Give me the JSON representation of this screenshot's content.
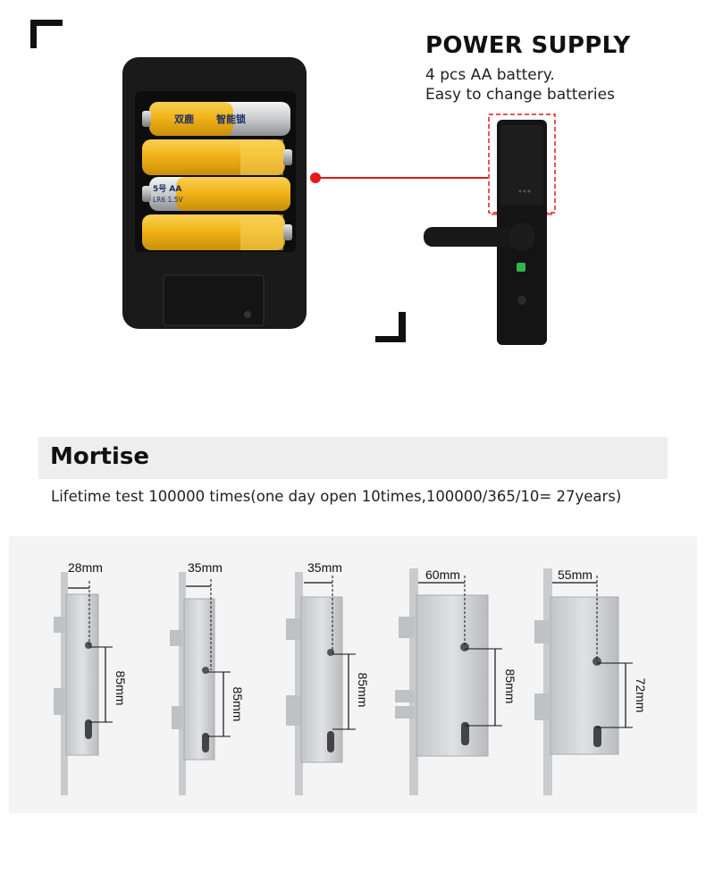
{
  "power_supply": {
    "title": "POWER SUPPLY",
    "line1": "4 pcs AA battery.",
    "line2": "Easy to change batteries"
  },
  "battery_labels": {
    "brand_cn": "双鹿",
    "brand_cn2": "智能锁",
    "size_label": "5号 AA",
    "spec_label": "LR6 1.5V"
  },
  "mortise": {
    "title": "Mortise",
    "subtitle": "Lifetime test 100000 times(one day open 10times,100000/365/10= 27years)",
    "models": [
      {
        "backset": "28mm",
        "center": "85mm"
      },
      {
        "backset": "35mm",
        "center": "85mm"
      },
      {
        "backset": "35mm",
        "center": "85mm"
      },
      {
        "backset": "60mm",
        "center": "85mm"
      },
      {
        "backset": "55mm",
        "center": "72mm"
      }
    ]
  },
  "colors": {
    "accent_red": "#e41a1a",
    "battery_yellow": "#f2b418",
    "lock_black": "#141414",
    "steel": "#d4d7da",
    "panel_gray": "#eeeeee"
  }
}
